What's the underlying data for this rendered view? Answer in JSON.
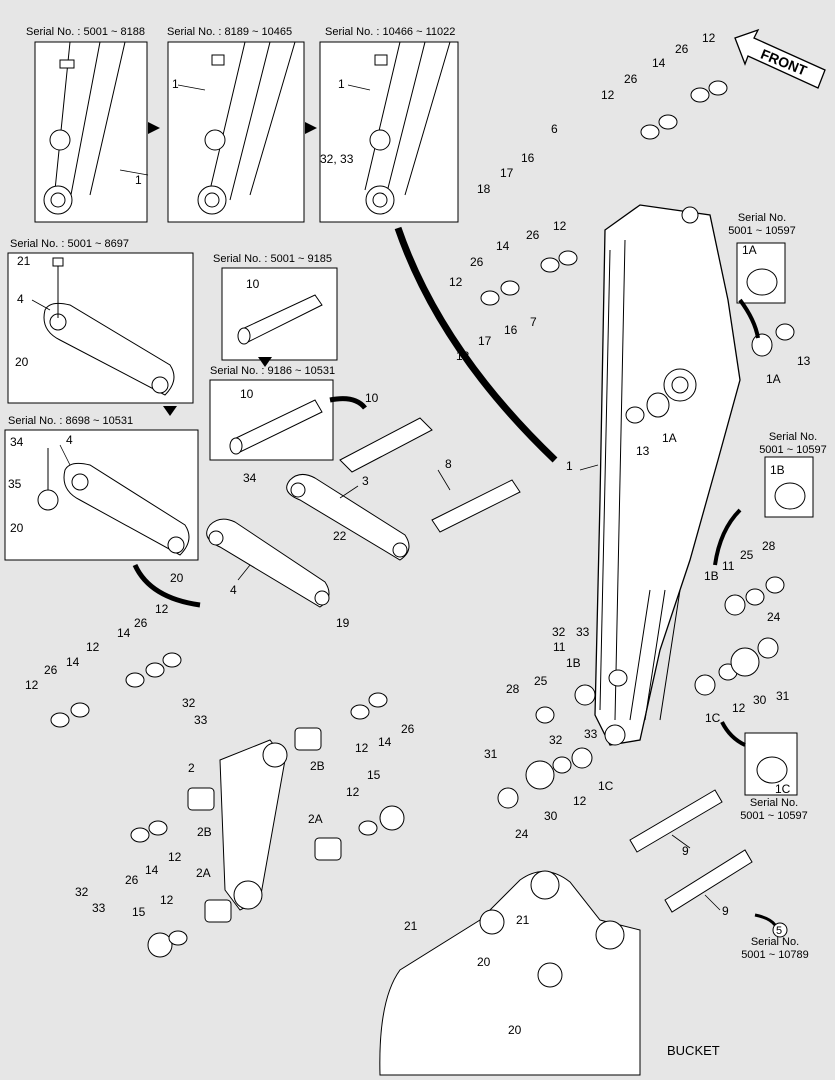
{
  "serial_labels": {
    "top1": "Serial No. : 5001 ~ 8188",
    "top2": "Serial No. : 8189 ~ 10465",
    "top3": "Serial No. : 10466 ~ 11022",
    "link_a": "Serial No. : 5001 ~ 8697",
    "link_b": "Serial No. : 8698 ~ 10531",
    "pin_a": "Serial No. : 5001 ~ 9185",
    "pin_b": "Serial No. : 9186 ~ 10531",
    "r1_line1": "Serial No.",
    "r1_line2": "5001 ~ 10597",
    "r2_line1": "Serial No.",
    "r2_line2": "5001 ~ 10597",
    "r3_line1": "Serial No.",
    "r3_line2": "5001 ~ 10597",
    "r4_line1": "Serial No.",
    "r4_line2": "5001 ~ 10789"
  },
  "front_label": "FRONT",
  "bucket_label": "BUCKET",
  "callout_ref": "5",
  "part_numbers": {
    "p1": "1",
    "p1A": "1A",
    "p1B": "1B",
    "p1C": "1C",
    "p2": "2",
    "p2A": "2A",
    "p2B": "2B",
    "p3": "3",
    "p4": "4",
    "p6": "6",
    "p7": "7",
    "p8": "8",
    "p9": "9",
    "p10": "10",
    "p11": "11",
    "p12": "12",
    "p13": "13",
    "p14": "14",
    "p15": "15",
    "p16": "16",
    "p17": "17",
    "p18": "18",
    "p19": "19",
    "p20": "20",
    "p21": "21",
    "p22": "22",
    "p24": "24",
    "p25": "25",
    "p26": "26",
    "p28": "28",
    "p30": "30",
    "p31": "31",
    "p3233": "32, 33",
    "p32": "32",
    "p33": "33",
    "p34": "34",
    "p35": "35"
  }
}
